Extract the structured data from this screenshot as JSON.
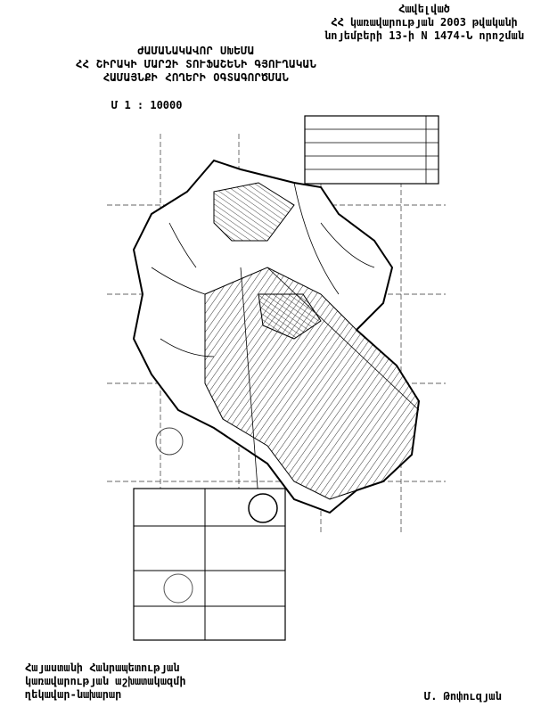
{
  "header": {
    "lines": [
      "Հավելված",
      "ՀՀ կառավարության 2003 թվականի",
      "նոյեմբերի 13-ի N 1474-Ն որոշման"
    ]
  },
  "title": {
    "lines": [
      "ԺԱՄԱՆԱԿԱՎՈՐ ՍԽԵՄԱ",
      "ՀՀ ՇԻՐԱԿԻ ՄԱՐԶԻ ՏՈՒՖԱՇԵՆԻ ԳՅՈՒՂԱԿԱՆ",
      "ՀԱՄԱՅՆՔԻ ՀՈՂԵՐԻ ՕԳՏԱԳՈՐԾՄԱՆ"
    ],
    "scale": "Մ 1 : 10000"
  },
  "signature": {
    "lines": [
      "Հայաստանի Հանրապետության",
      "կառավարության աշխատակազմի",
      "ղեկավար-նախարար"
    ],
    "name": "Մ. Թոփուզյան"
  }
}
